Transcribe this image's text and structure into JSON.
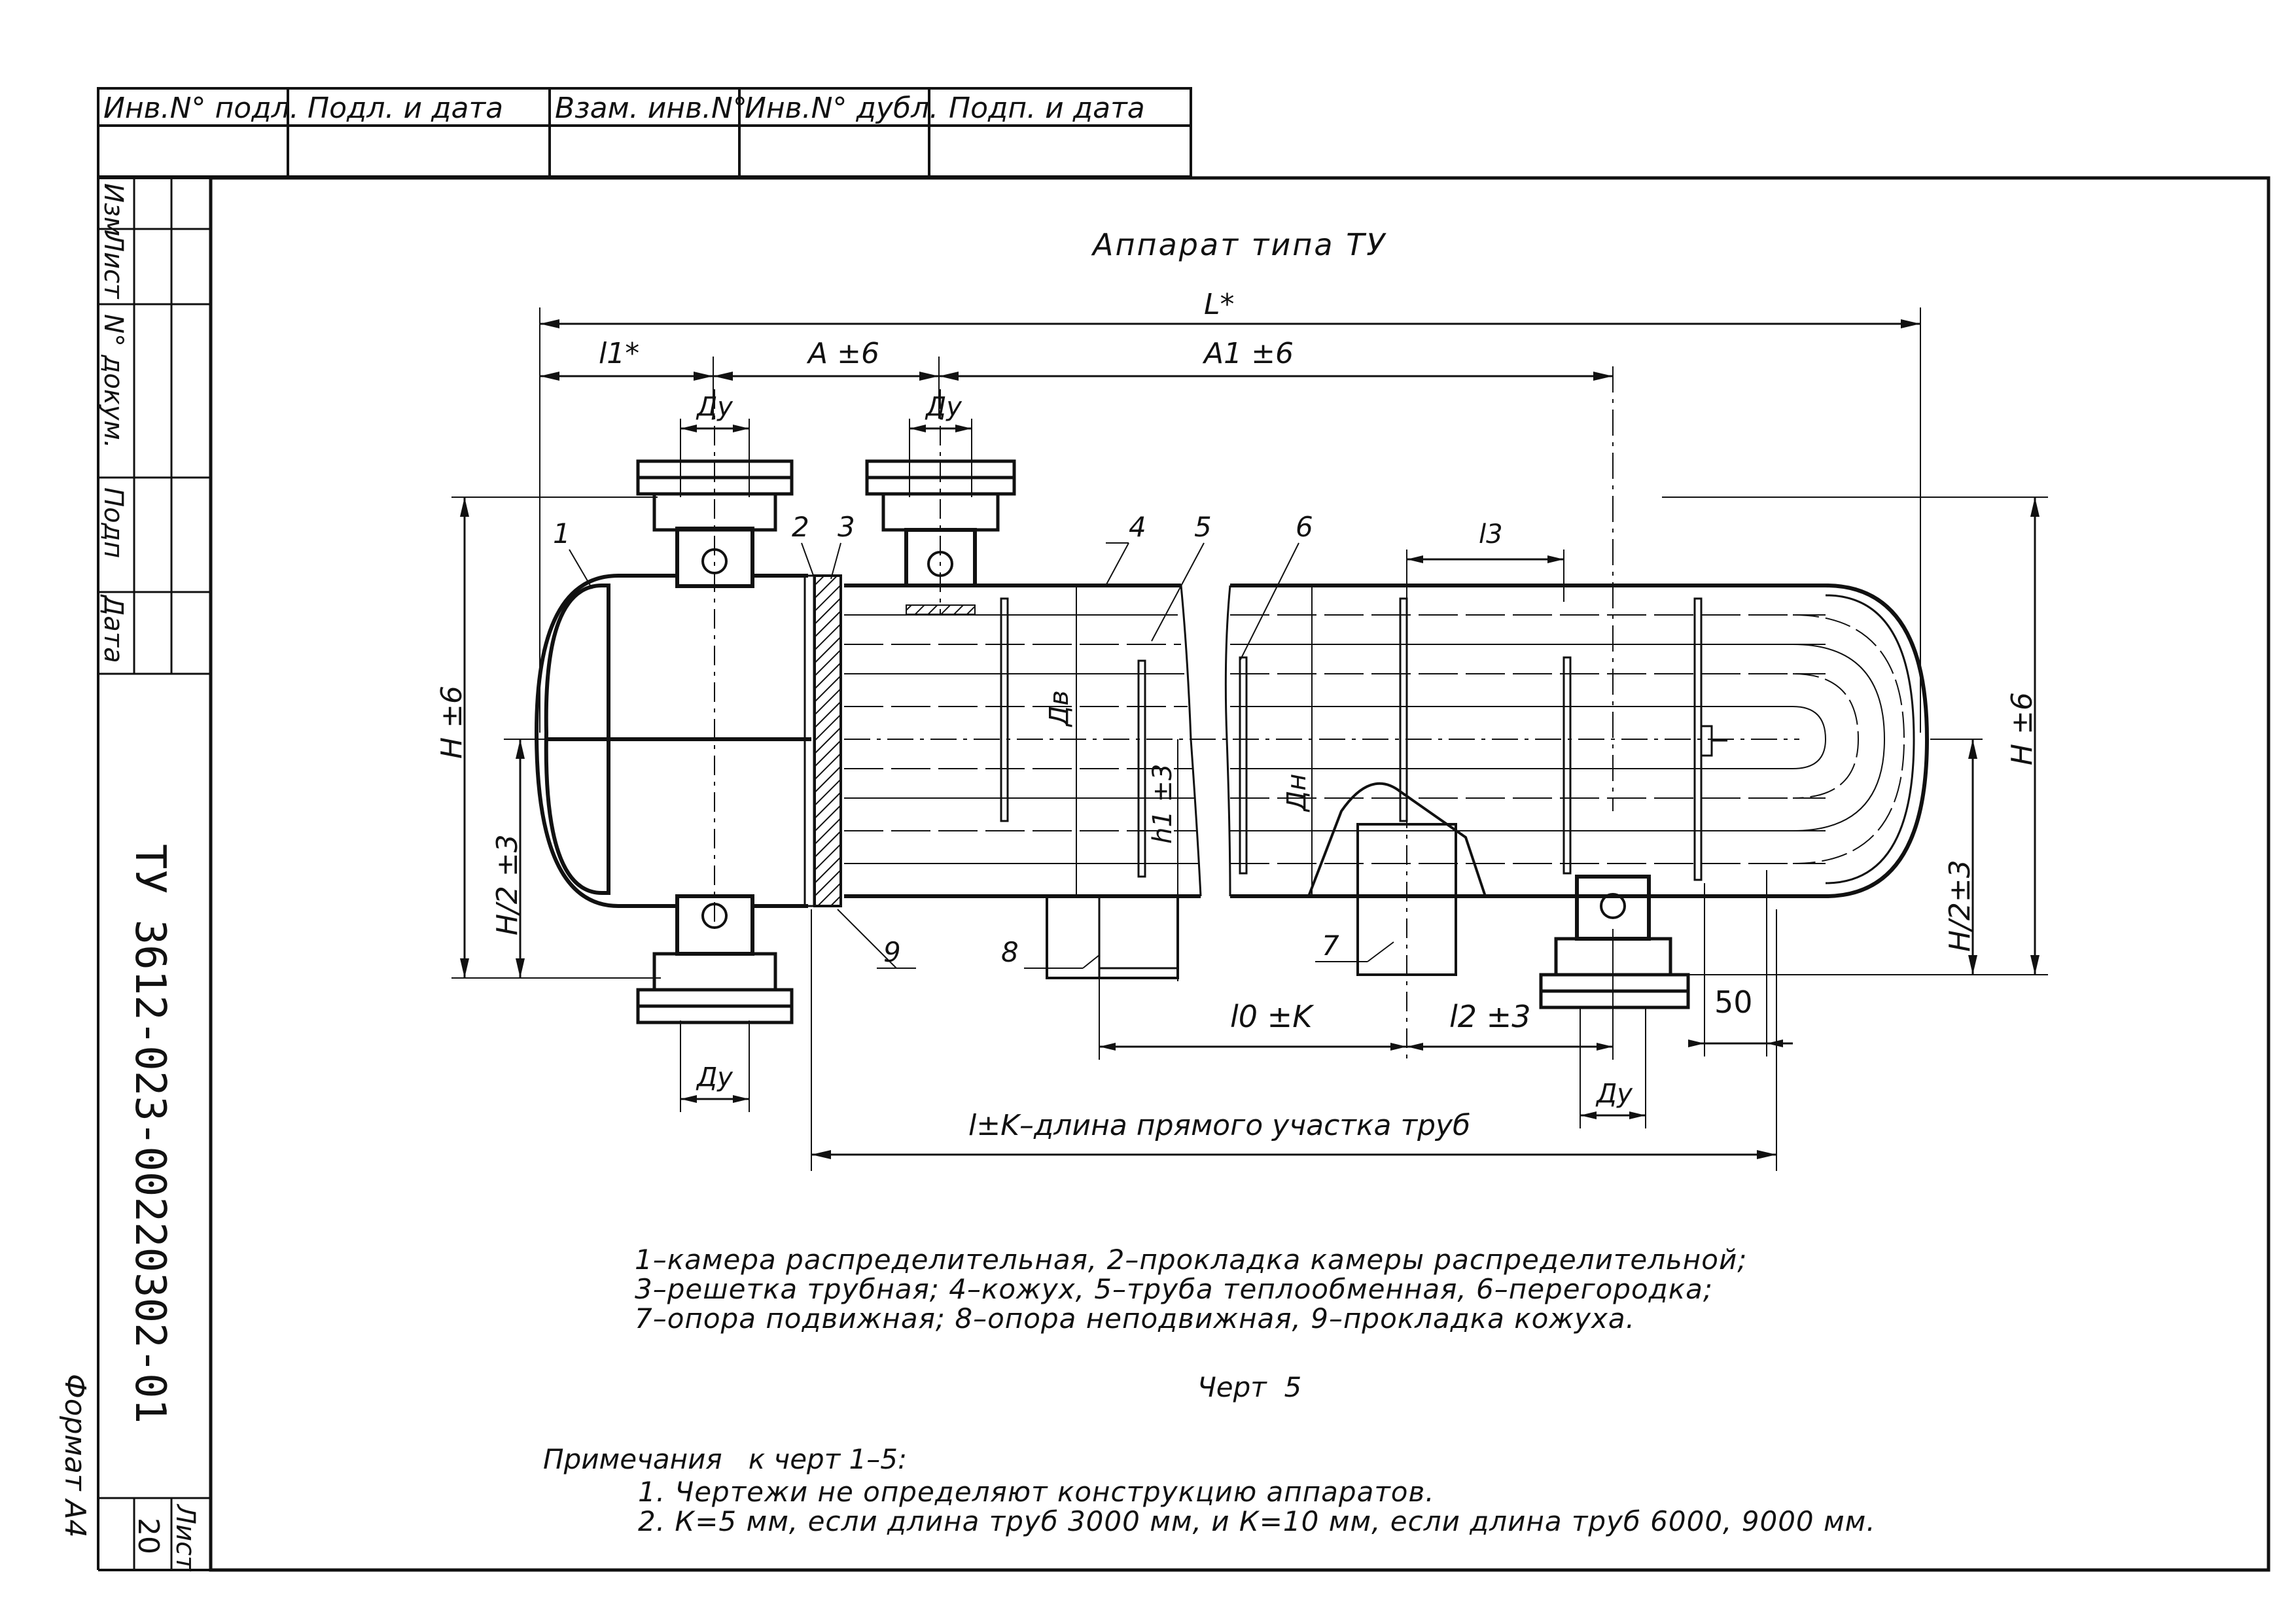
{
  "stamp_table": {
    "headers": [
      "Инв.N° подл.",
      "Подл. и дата",
      "Взам. инв.N°",
      "Инв.N° дубл.",
      "Подп. и дата"
    ]
  },
  "side_column": {
    "labels": [
      "Изм",
      "Лист",
      "N° докум.",
      "Подп",
      "Дата"
    ]
  },
  "document_code": "ТУ 3612-023-00220302-01",
  "page": {
    "sheet_label": "Лист",
    "sheet_number": "20",
    "format": "Формат А4"
  },
  "drawing": {
    "title": "Аппарат типа ТУ",
    "dimensions": {
      "L": "L*",
      "l1": "l1*",
      "A": "A ±6",
      "A1": "A1 ±6",
      "Dy_top_left": "Ду",
      "Dy_top_right": "Ду",
      "Dy_bottom_left": "Ду",
      "Dy_bottom_right": "Ду",
      "H_left": "H ±6",
      "H_half_left": "H/2 ±3",
      "H_right": "H ±6",
      "H_half_right": "H/2±3",
      "h1": "h1 ±3",
      "Dv": "Дв",
      "Dn": "Дн",
      "l3": "l3",
      "l0": "l0 ±K",
      "l2": "l2 ±3",
      "fifty": "50",
      "l_straight": "l±K–длина прямого участка труб"
    },
    "callouts": [
      "1",
      "2",
      "3",
      "4",
      "5",
      "6",
      "7",
      "8",
      "9"
    ]
  },
  "legend": {
    "lines": [
      "1–камера распределительная, 2–прокладка камеры распределительной;",
      "3–решетка трубная; 4–кожух, 5–труба теплообменная, 6–перегородка;",
      "7–опора подвижная; 8–опора неподвижная, 9–прокладка кожуха."
    ],
    "caption": "Черт  5"
  },
  "notes": {
    "heading": "Примечания   к черт 1–5:",
    "items": [
      "1. Чертежи не определяют конструкцию аппаратов.",
      "2. К=5 мм, если длина труб 3000 мм, и К=10 мм, если длина труб 6000, 9000 мм."
    ]
  }
}
